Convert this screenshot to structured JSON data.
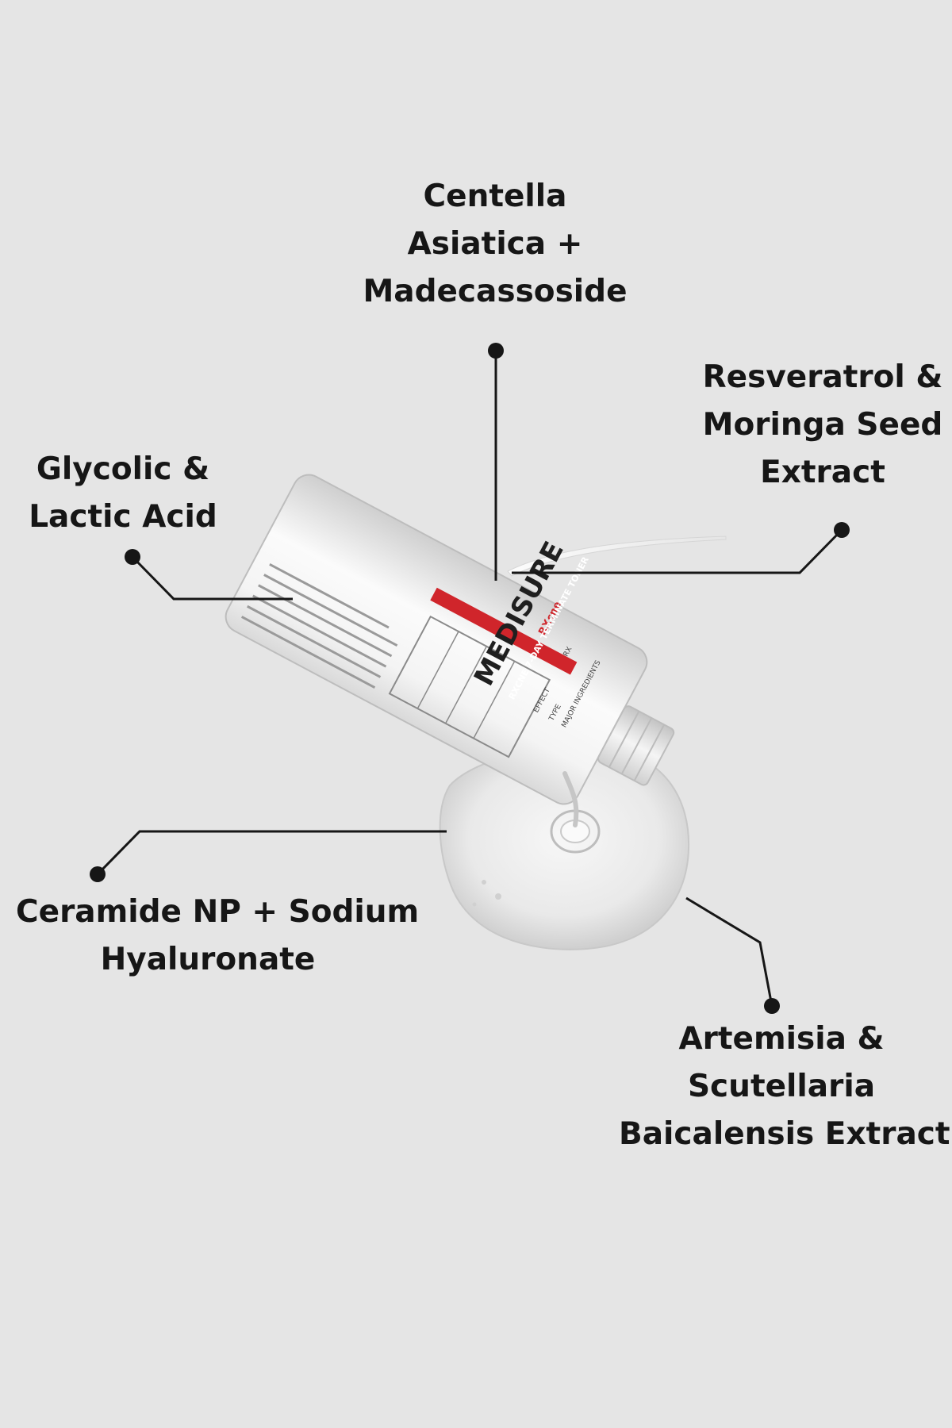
{
  "ingredients": {
    "centella": {
      "lines": [
        "Centella",
        "Asiatica +",
        "Madecassoside"
      ]
    },
    "resveratrol": {
      "lines": [
        "Resveratrol &",
        "Moringa Seed",
        "Extract"
      ]
    },
    "glycolic": {
      "lines": [
        "Glycolic &",
        "Lactic Acid"
      ]
    },
    "ceramide": {
      "lines": [
        "Ceramide NP + Sodium",
        "Hyaluronate"
      ]
    },
    "artemisia": {
      "lines": [
        "Artemisia &",
        "Scutellaria",
        "Baicalensis Extract"
      ]
    }
  },
  "product": {
    "brand": "MEDISURE",
    "subbrand": "RXcne",
    "product_line": "RXCNE 7-DAY TERMINATE TONER",
    "label_field_1": "EFFECT",
    "label_field_2": "TYPE",
    "label_field_3": "MAJOR INGREDIENTS",
    "label_field_4": "RX"
  },
  "colors": {
    "background": "#e5e5e5",
    "text": "#161616",
    "bottle": "#f2f2f2",
    "accent": "#d0252b"
  }
}
